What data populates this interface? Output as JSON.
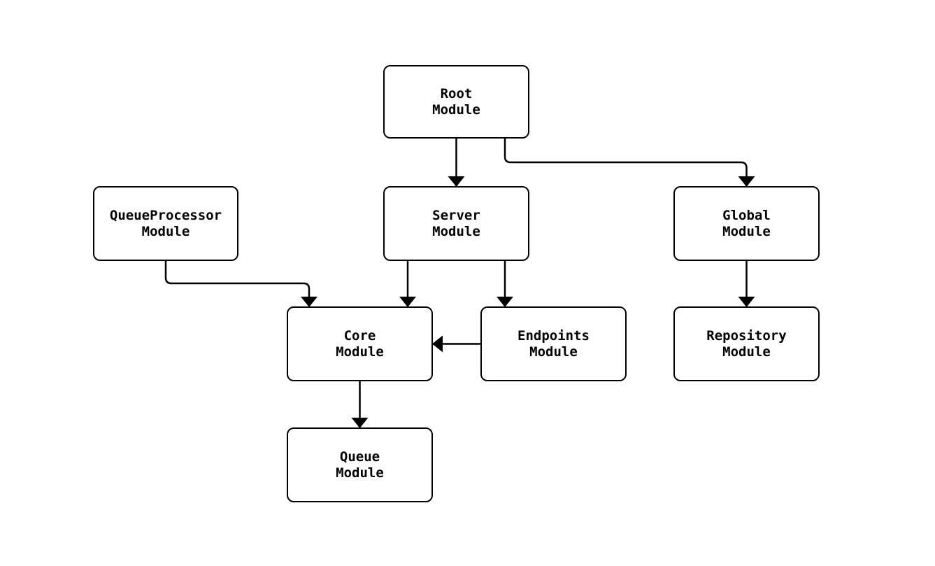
{
  "diagram": {
    "background_color": "#ffffff",
    "node_fill_color": "#ffffff",
    "line_color": "#000000",
    "nodes": [
      {
        "id": "root-module",
        "label": "Root\nModule"
      },
      {
        "id": "queueprocessor-module",
        "label": "QueueProcessor\nModule"
      },
      {
        "id": "server-module",
        "label": "Server\nModule"
      },
      {
        "id": "global-module",
        "label": "Global\nModule"
      },
      {
        "id": "core-module",
        "label": "Core\nModule"
      },
      {
        "id": "endpoints-module",
        "label": "Endpoints\nModule"
      },
      {
        "id": "repository-module",
        "label": "Repository\nModule"
      },
      {
        "id": "queue-module",
        "label": "Queue\nModule"
      }
    ],
    "edges": [
      {
        "from": "root-module",
        "to": "server-module"
      },
      {
        "from": "root-module",
        "to": "global-module"
      },
      {
        "from": "queueprocessor-module",
        "to": "core-module"
      },
      {
        "from": "server-module",
        "to": "core-module"
      },
      {
        "from": "server-module",
        "to": "endpoints-module"
      },
      {
        "from": "endpoints-module",
        "to": "core-module"
      },
      {
        "from": "global-module",
        "to": "repository-module"
      },
      {
        "from": "core-module",
        "to": "queue-module"
      }
    ]
  }
}
